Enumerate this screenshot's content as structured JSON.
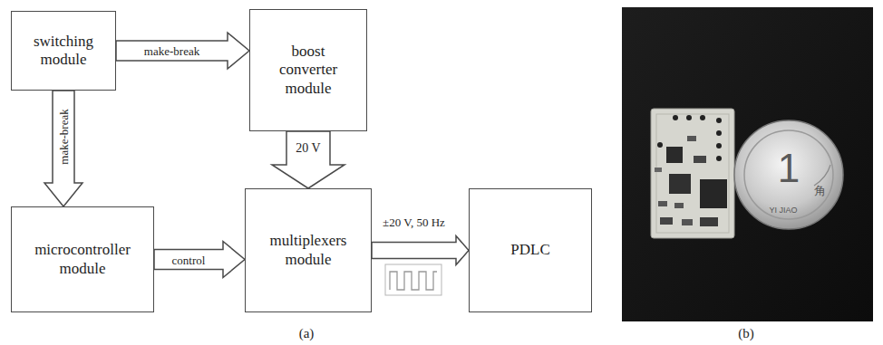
{
  "diagram": {
    "nodes": [
      {
        "text": [
          "switching module"
        ]
      },
      {
        "text": [
          "boost converter module"
        ]
      },
      {
        "text": [
          "microcontroller module"
        ]
      },
      {
        "text": [
          "multiplexers module"
        ]
      },
      {
        "text": [
          "PDLC"
        ]
      }
    ],
    "edges": [
      {
        "from": 0,
        "to": 1,
        "arrow": "to",
        "label": "make-break"
      },
      {
        "from": 0,
        "to": 2,
        "arrow": "to",
        "label": "make-break"
      },
      {
        "from": 1,
        "to": 3,
        "arrow": "to",
        "label": "20 V"
      },
      {
        "from": 2,
        "to": 3,
        "arrow": "to",
        "label": "control"
      },
      {
        "from": 3,
        "to": 4,
        "arrow": "to",
        "label": "±20 V, 50 Hz"
      }
    ],
    "labels": [
      "(a)",
      "(b)",
      "1",
      "角",
      "YI JIAO"
    ]
  }
}
